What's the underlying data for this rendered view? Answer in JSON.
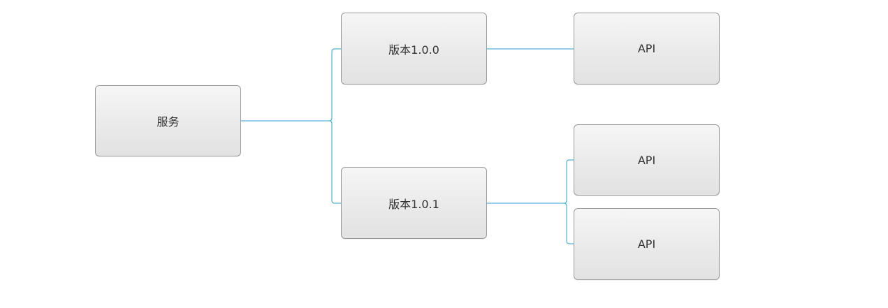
{
  "diagram": {
    "colors": {
      "connector": "#4fb3d9",
      "node_border": "#9a9a9a",
      "node_fill": "#eaeaea",
      "text": "#333333"
    },
    "nodes": {
      "service": {
        "label": "服务"
      },
      "version_100": {
        "label": "版本1.0.0"
      },
      "version_101": {
        "label": "版本1.0.1"
      },
      "api_1": {
        "label": "API"
      },
      "api_2": {
        "label": "API"
      },
      "api_3": {
        "label": "API"
      }
    }
  }
}
